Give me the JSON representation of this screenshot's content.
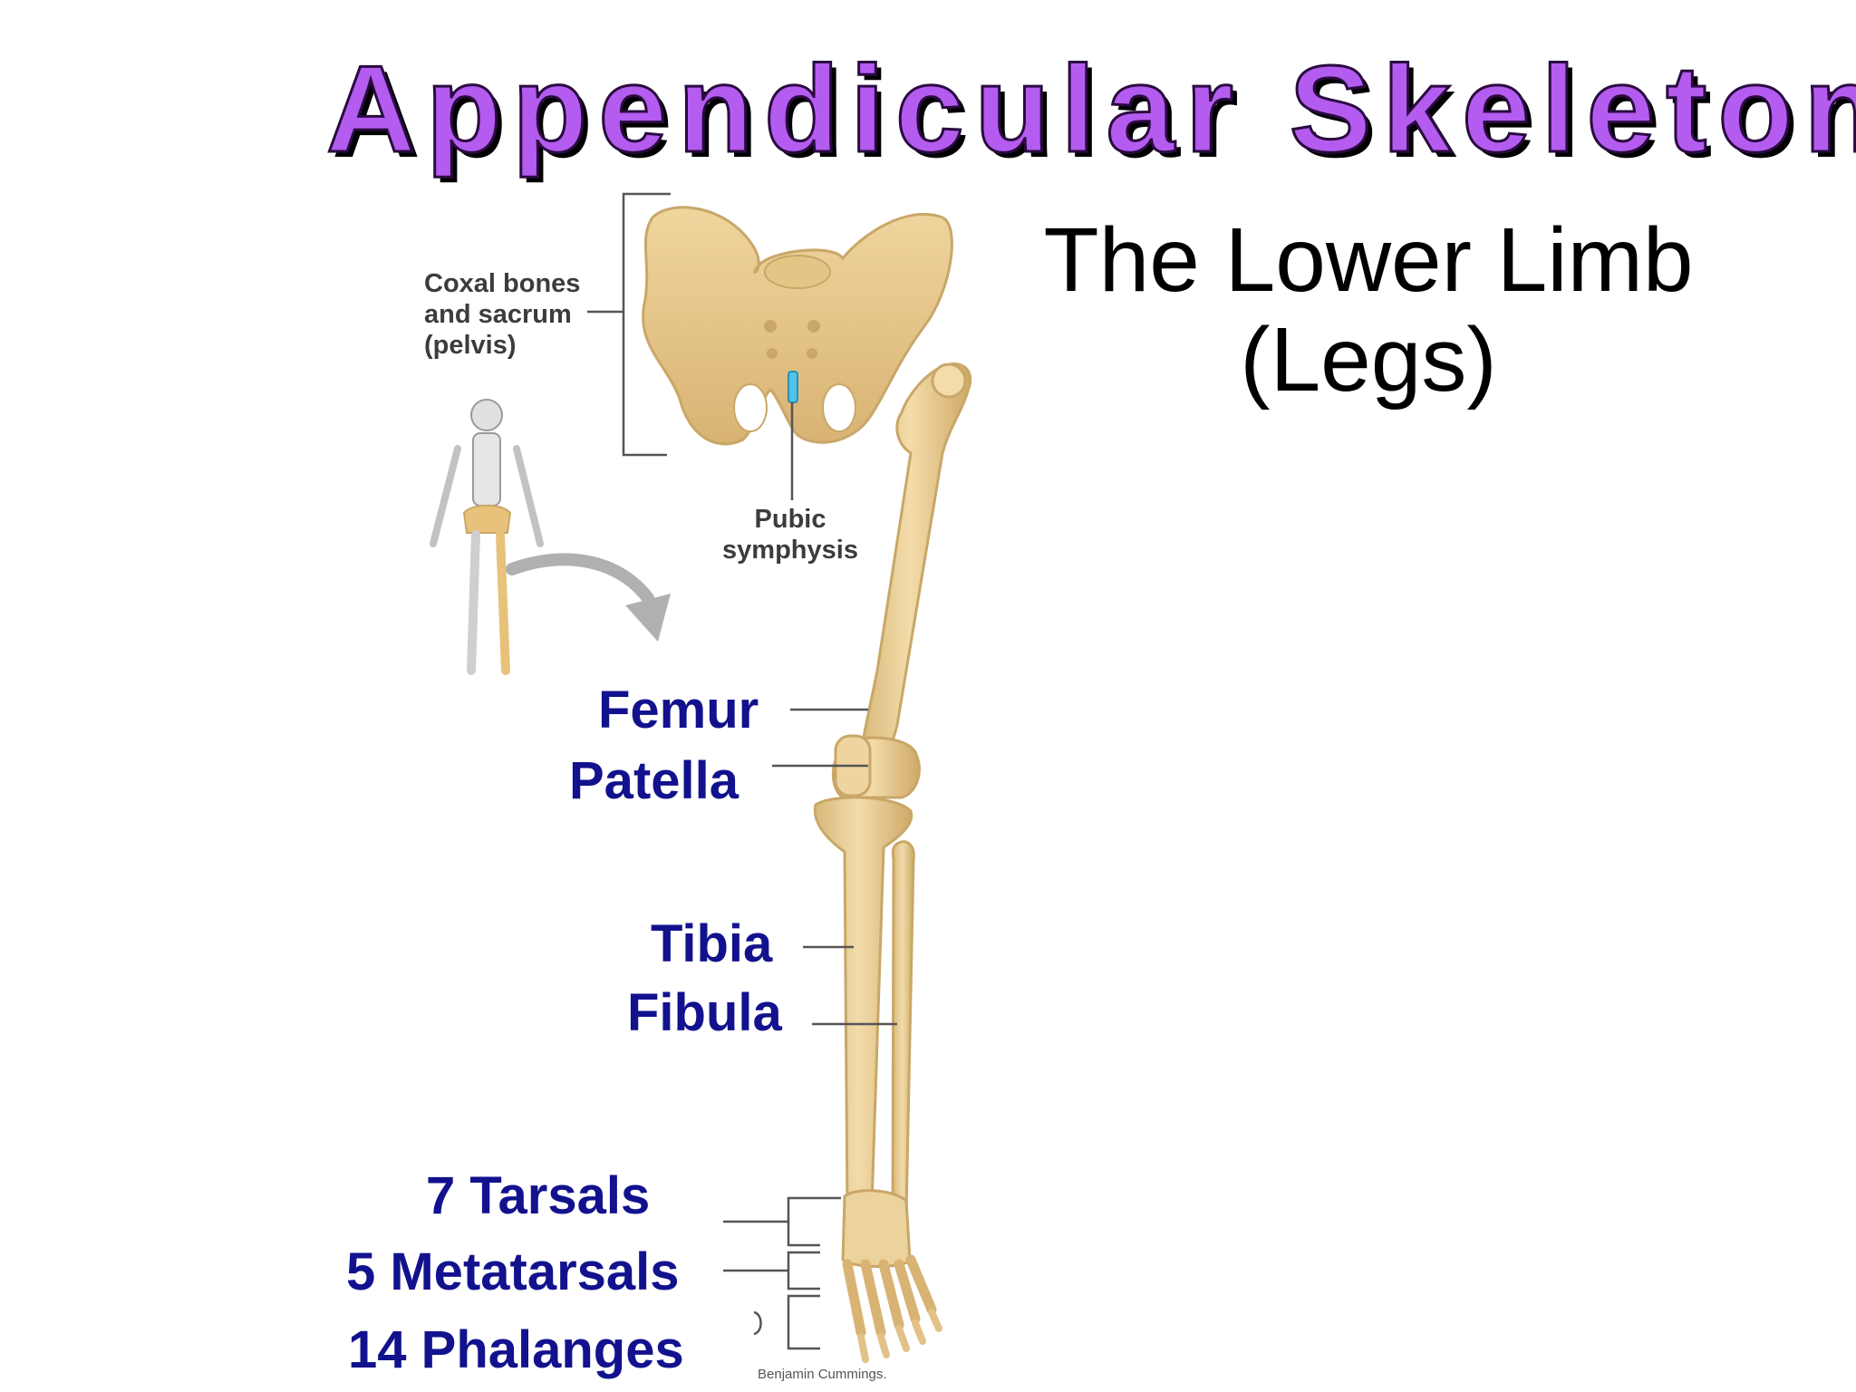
{
  "slide": {
    "title": "Appendicular Skeleton",
    "subtitle_line1": "The Lower Limb",
    "subtitle_line2": "(Legs)"
  },
  "figure": {
    "labels": {
      "pelvis_line1": "Coxal bones",
      "pelvis_line2": "and sacrum",
      "pelvis_line3": "(pelvis)",
      "pubic_line1": "Pubic",
      "pubic_line2": "symphysis",
      "femur": "Femur",
      "patella": "Patella",
      "tibia": "Tibia",
      "fibula": "Fibula",
      "tarsals": "7 Tarsals",
      "metatarsals": "5 Metatarsals",
      "phalanges": "14 Phalanges"
    },
    "credit": "Benjamin Cummings."
  },
  "colors": {
    "title": "#b45cf0",
    "label_text": "#12128e",
    "bone": "#ecd29c",
    "bone_outline": "#c9a768",
    "pubic_cartilage": "#4fc3e8"
  }
}
